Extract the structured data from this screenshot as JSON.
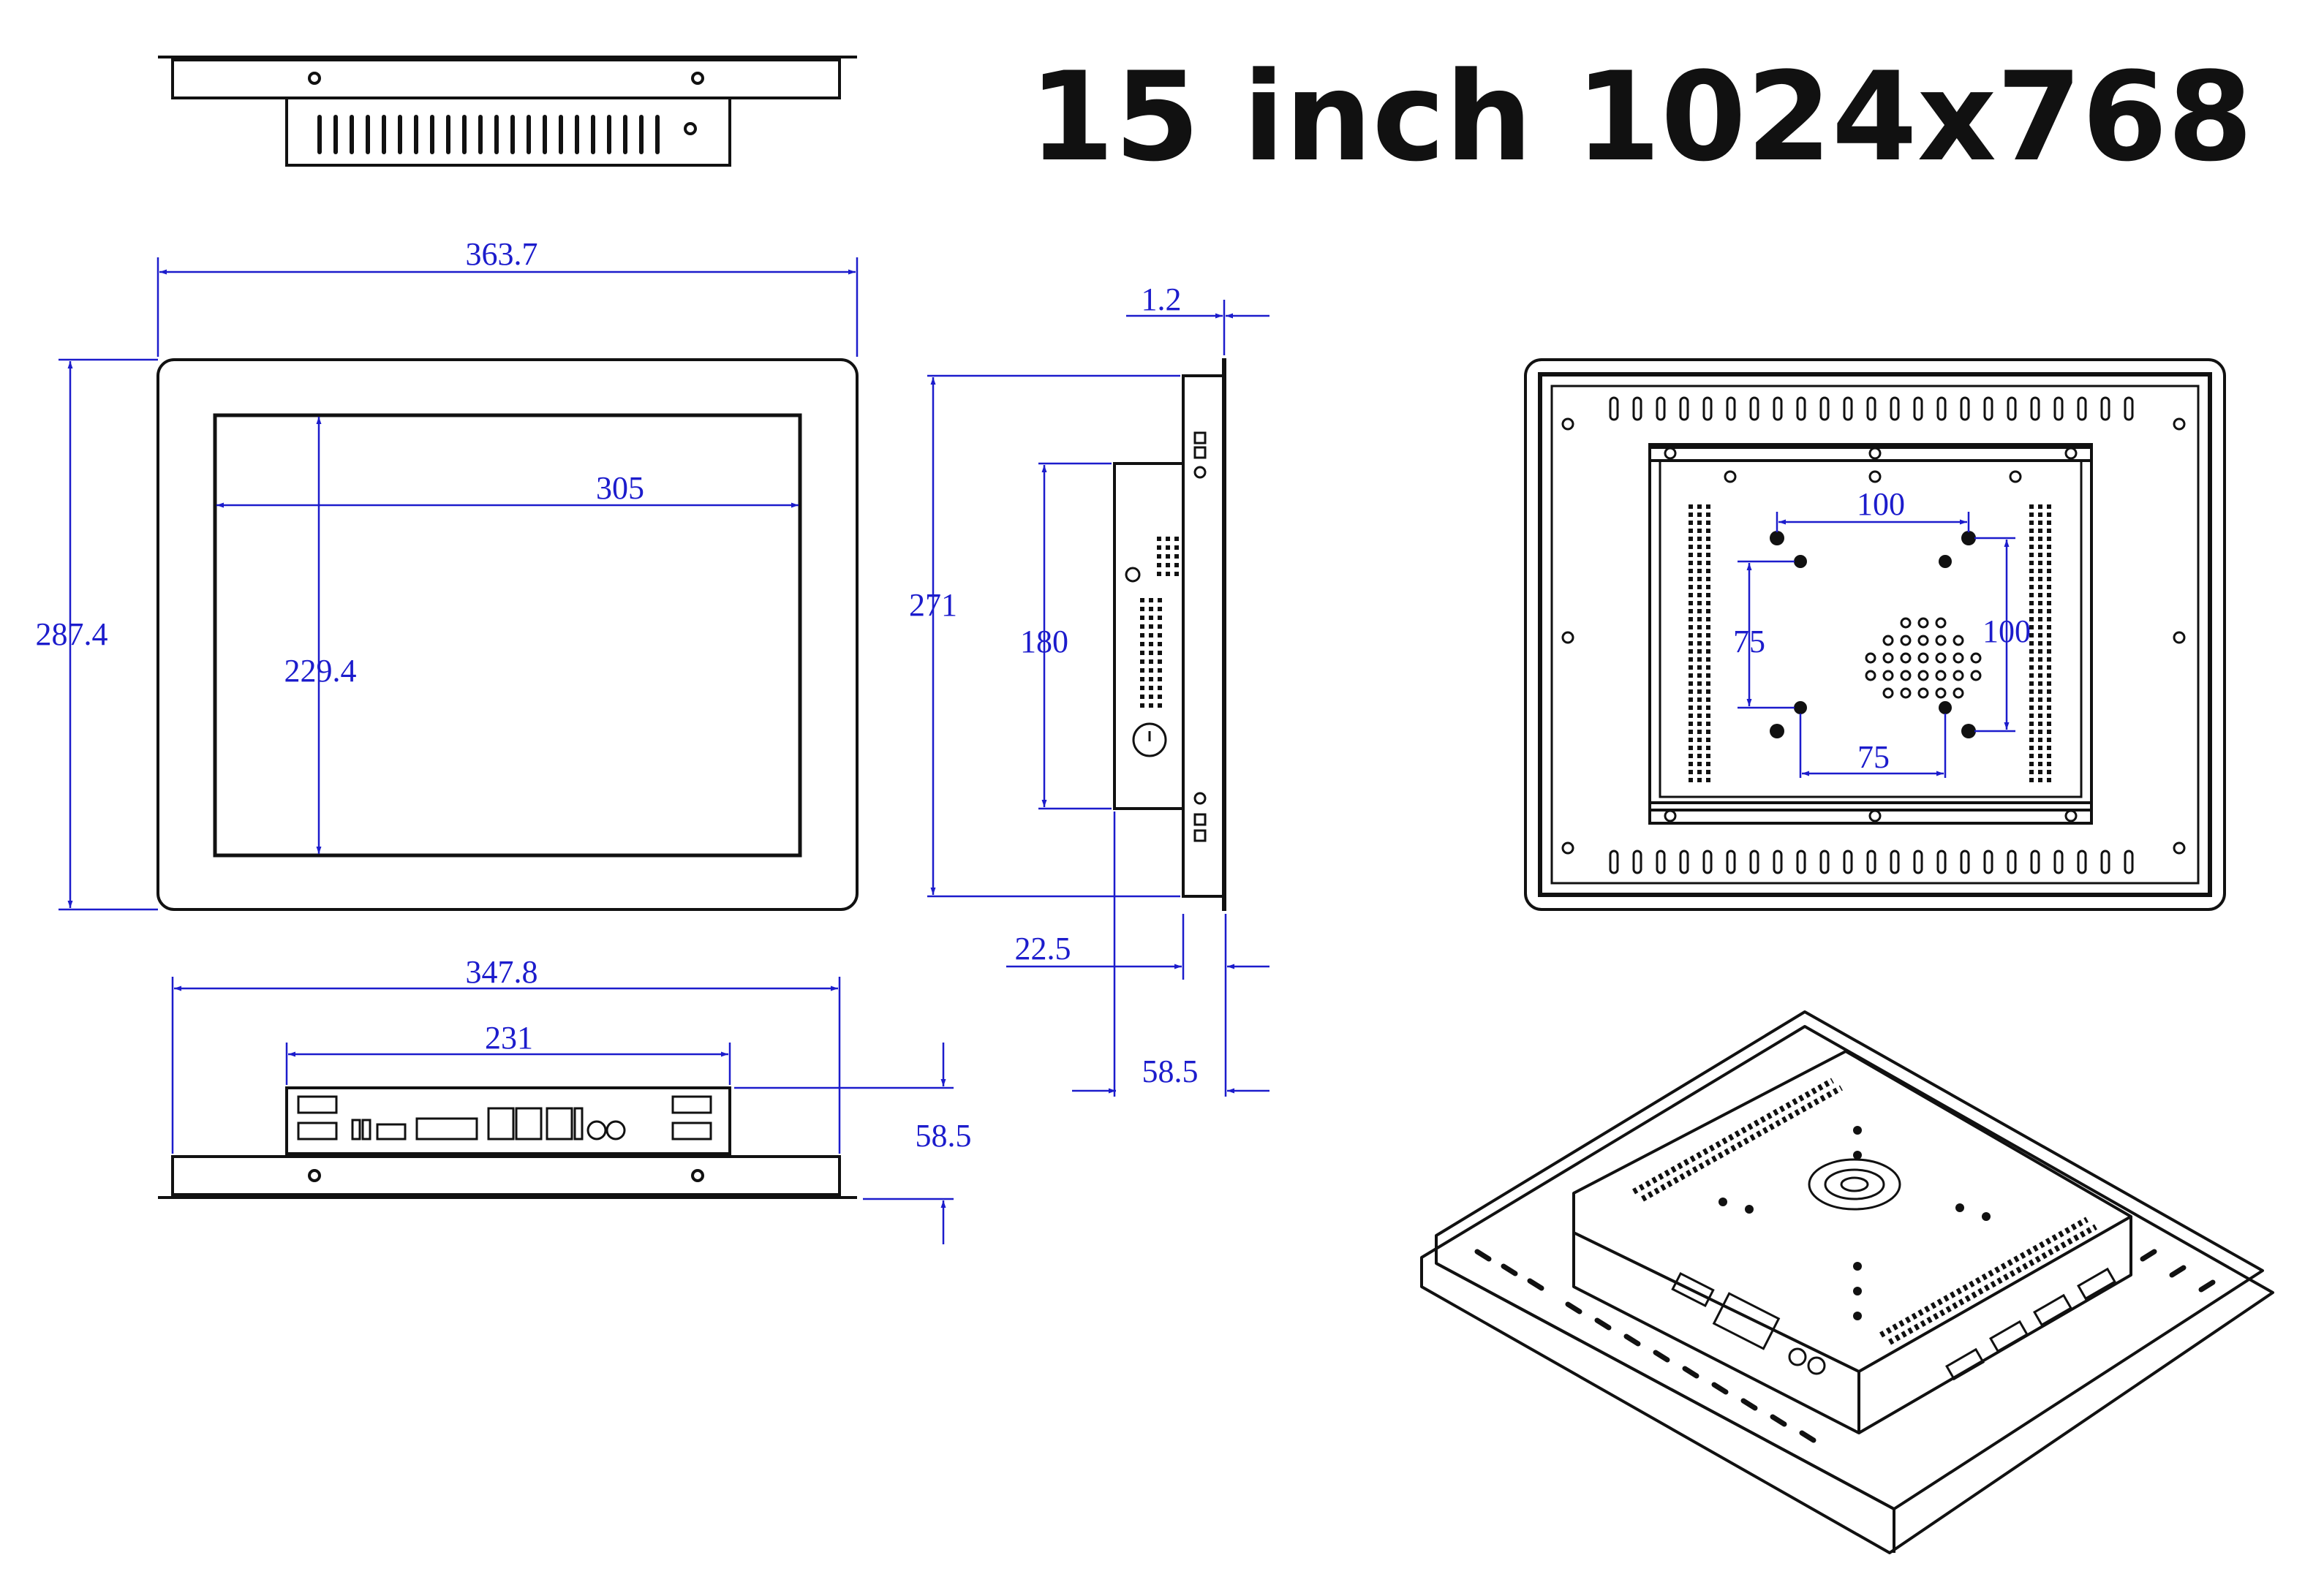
{
  "title": "15 inch 1024x768",
  "colors": {
    "line": "#111111",
    "dimension": "#1c1ccc",
    "background": "#ffffff"
  },
  "front_view": {
    "overall_width": "363.7",
    "overall_height": "287.4",
    "screen_width": "305",
    "screen_height": "229.4"
  },
  "side_view": {
    "bezel_thickness": "1.2",
    "height": "271",
    "box_height": "180",
    "bezel_depth": "22.5",
    "total_depth": "58.5"
  },
  "bottom_view": {
    "overall_width": "347.8",
    "box_width": "231",
    "depth": "58.5"
  },
  "rear_view": {
    "vesa_large_h": "100",
    "vesa_large_v": "100",
    "vesa_small_h": "75",
    "vesa_small_v": "75"
  }
}
